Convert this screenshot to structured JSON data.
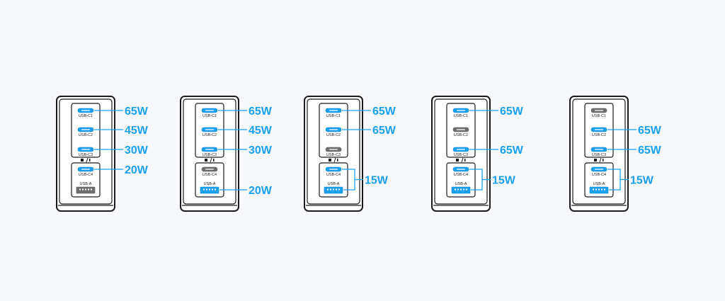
{
  "colors": {
    "accent": "#1aa0ee",
    "outline": "#1b1b1b",
    "inactive_port": "#6f6f6f",
    "background": "#f7f8fc"
  },
  "charger": {
    "port_labels": {
      "c1": "USB-C1",
      "c2": "USB-C2",
      "c3": "USB-C3",
      "c4": "USB-C4",
      "a": "USB-A"
    },
    "configurations": [
      {
        "ports": {
          "c1": "active",
          "c2": "active",
          "c3": "active",
          "c4": "active",
          "a": "inactive"
        },
        "outputs": [
          {
            "port": "c1",
            "label": "65W"
          },
          {
            "port": "c2",
            "label": "45W"
          },
          {
            "port": "c3",
            "label": "30W"
          },
          {
            "port": "c4",
            "label": "20W"
          }
        ]
      },
      {
        "ports": {
          "c1": "active",
          "c2": "active",
          "c3": "active",
          "c4": "inactive",
          "a": "active"
        },
        "outputs": [
          {
            "port": "c1",
            "label": "65W"
          },
          {
            "port": "c2",
            "label": "45W"
          },
          {
            "port": "c3",
            "label": "30W"
          },
          {
            "port": "a",
            "label": "20W"
          }
        ]
      },
      {
        "ports": {
          "c1": "active",
          "c2": "active",
          "c3": "inactive",
          "c4": "active",
          "a": "active"
        },
        "outputs": [
          {
            "port": "c1",
            "label": "65W"
          },
          {
            "port": "c2",
            "label": "65W"
          },
          {
            "port": "c4+a",
            "label": "15W"
          }
        ]
      },
      {
        "ports": {
          "c1": "active",
          "c2": "inactive",
          "c3": "active",
          "c4": "active",
          "a": "active"
        },
        "outputs": [
          {
            "port": "c1",
            "label": "65W"
          },
          {
            "port": "c3",
            "label": "65W"
          },
          {
            "port": "c4+a",
            "label": "15W"
          }
        ]
      },
      {
        "ports": {
          "c1": "inactive",
          "c2": "active",
          "c3": "active",
          "c4": "active",
          "a": "active"
        },
        "outputs": [
          {
            "port": "c2",
            "label": "65W"
          },
          {
            "port": "c3",
            "label": "65W"
          },
          {
            "port": "c4+a",
            "label": "15W"
          }
        ]
      }
    ]
  }
}
